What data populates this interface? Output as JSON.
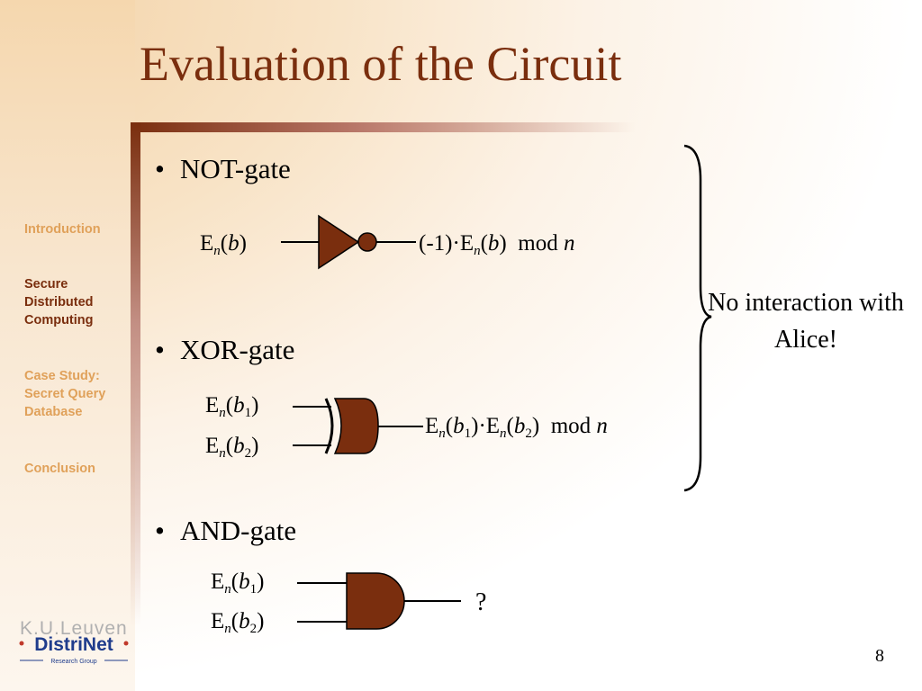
{
  "slide": {
    "title": "Evaluation of the Circuit",
    "page_number": "8",
    "note": "No interaction with Alice!"
  },
  "nav": {
    "items": [
      {
        "label": "Introduction",
        "active": false
      },
      {
        "label": "Secure Distributed Computing",
        "active": true
      },
      {
        "label": "Case Study: Secret Query Database",
        "active": false
      },
      {
        "label": "Conclusion",
        "active": false
      }
    ]
  },
  "bullets": [
    {
      "label": "NOT-gate"
    },
    {
      "label": "XOR-gate"
    },
    {
      "label": "AND-gate"
    }
  ],
  "not_gate": {
    "E": "E",
    "sub": "n",
    "var": "b",
    "output_prefix": "(-1)·",
    "mod": "mod",
    "modulus": "n"
  },
  "xor_gate": {
    "E": "E",
    "sub": "n",
    "var": "b",
    "idx1": "1",
    "idx2": "2",
    "dot": "·",
    "mod": "mod",
    "modulus": "n"
  },
  "and_gate": {
    "E": "E",
    "sub": "n",
    "var": "b",
    "idx1": "1",
    "idx2": "2",
    "output": "?"
  },
  "logo": {
    "watermark": "K.U.Leuven",
    "name": "DistriNet",
    "subtitle": "Research Group"
  },
  "colors": {
    "accent": "#7a2e0e",
    "nav_inactive": "#e0a15a",
    "gate_fill": "#7a2e0e"
  }
}
